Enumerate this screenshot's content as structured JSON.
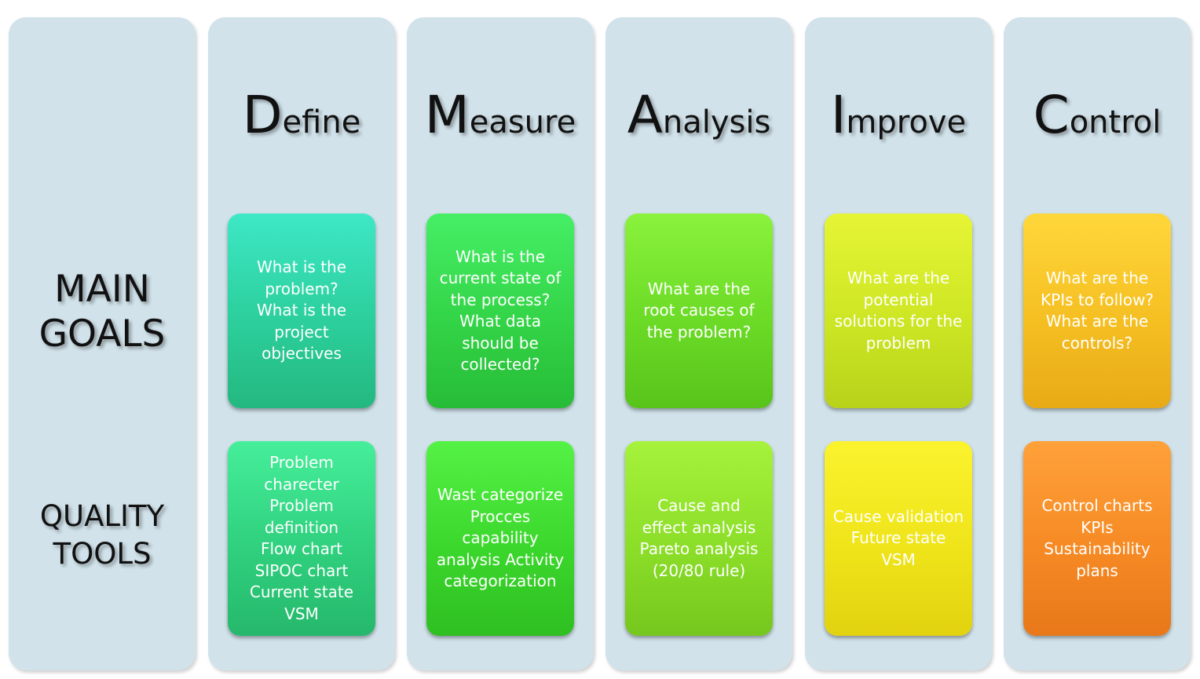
{
  "row_labels": {
    "main_goals": [
      "MAIN",
      "GOALS"
    ],
    "quality_tools": [
      "QUALITY",
      "TOOLS"
    ]
  },
  "phases": [
    {
      "initial": "D",
      "rest": "efine",
      "goal": "What is the\nproblem?\nWhat is the\nproject\nobjectives",
      "tools": "Problem\ncharecter\nProblem\ndefinition\nFlow chart\nSIPOC chart\nCurrent state\nVSM"
    },
    {
      "initial": "M",
      "rest": "easure",
      "goal": "What is the\ncurrent state of\nthe process?\nWhat data\nshould be\ncollected?",
      "tools": "Wast categorize\nProcces\ncapability\nanalysis  Activity\ncategorization"
    },
    {
      "initial": "A",
      "rest": "nalysis",
      "goal": "What are the\nroot causes of\nthe problem?",
      "tools": "Cause and\neffect analysis\nPareto analysis\n(20/80 rule)"
    },
    {
      "initial": "I",
      "rest": "mprove",
      "goal": "What are the\npotential\nsolutions for the\nproblem",
      "tools": "Cause validation\nFuture state\nVSM"
    },
    {
      "initial": "C",
      "rest": "ontrol",
      "goal": "What are the\nKPIs to follow?\nWhat are the\ncontrols?",
      "tools": "Control charts\nKPIs\nSustainability\nplans"
    }
  ],
  "colors": {
    "column_bg": "#d1e2ea",
    "define_goal": "#2ccf9c",
    "measure_goal": "#33d447",
    "analysis_goal": "#6bdb26",
    "improve_goal": "#cde624",
    "control_goal": "#f5bf22",
    "define_tools": "#2fd07e",
    "measure_tools": "#3bd72c",
    "analysis_tools": "#8bde28",
    "improve_tools": "#efe41a",
    "control_tools": "#f68a24"
  }
}
